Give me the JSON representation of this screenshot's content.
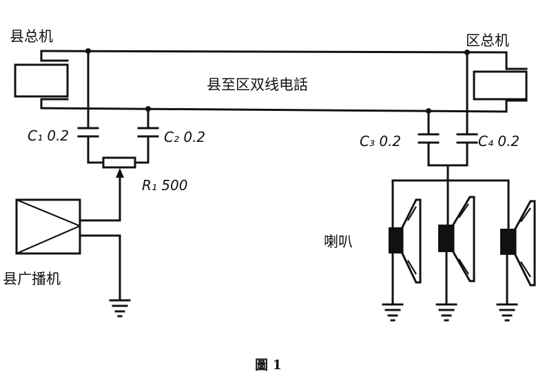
{
  "labels": {
    "county_exchange": "县总机",
    "district_exchange": "区总机",
    "trunk_line": "县至区双线电話",
    "c1": "C₁ 0.2",
    "c2": "C₂ 0.2",
    "c3": "C₃ 0.2",
    "c4": "C₄ 0.2",
    "r1": "R₁ 500",
    "county_amplifier": "县广播机",
    "loudspeakers": "喇叭",
    "caption": "圖 1"
  },
  "icons": {
    "exchange_box": "rectangle",
    "capacitor": "capacitor-symbol",
    "resistor": "resistor-symbol",
    "amplifier": "triangle-in-box",
    "ground": "ground-symbol",
    "speaker": "speaker-cone"
  }
}
